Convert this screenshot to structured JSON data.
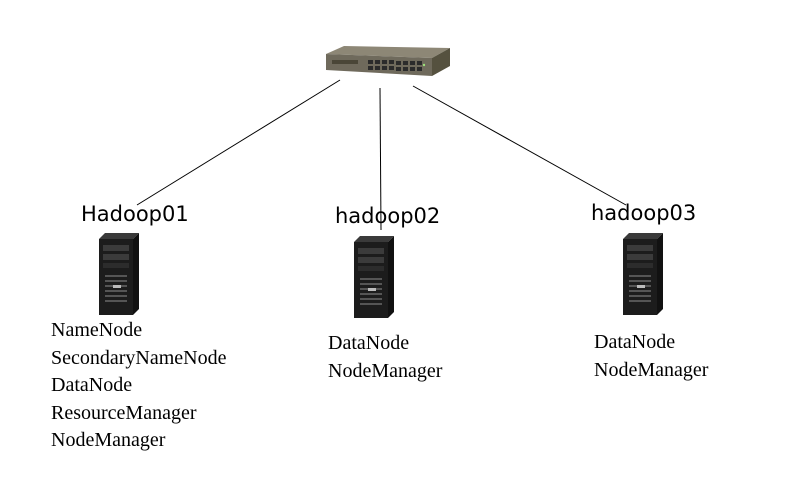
{
  "switch": {
    "icon": "network-switch-icon"
  },
  "hosts": [
    {
      "name": "Hadoop01",
      "icon": "server-tower-icon",
      "services": [
        "NameNode",
        "SecondaryNameNode",
        "DataNode",
        "ResourceManager",
        "NodeManager"
      ]
    },
    {
      "name": "hadoop02",
      "icon": "server-tower-icon",
      "services": [
        "DataNode",
        "NodeManager"
      ]
    },
    {
      "name": "hadoop03",
      "icon": "server-tower-icon",
      "services": [
        "DataNode",
        "NodeManager"
      ]
    }
  ],
  "colors": {
    "line": "#000000",
    "switch_body": "#6f6a5c",
    "server_body": "#1c1c1c"
  }
}
